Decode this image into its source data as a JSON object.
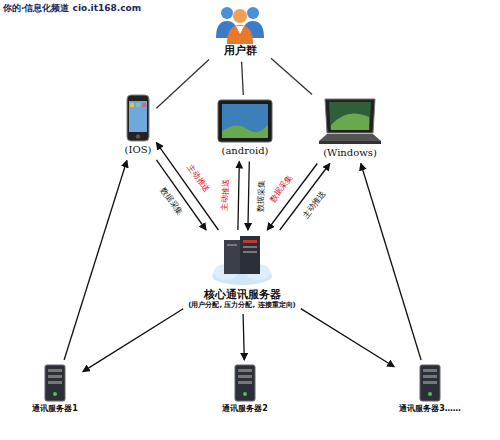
{
  "diagram": {
    "nodes": [
      {
        "text": [
          "用户群"
        ]
      },
      {
        "text": [
          "(IOS)"
        ]
      },
      {
        "text": [
          "(android)"
        ]
      },
      {
        "text": [
          "(Windows)"
        ]
      },
      {
        "text": [
          "核心通讯服务器",
          "(用户分配, 压力分配, 连接重定向)"
        ]
      },
      {
        "text": [
          "通讯服务器1"
        ]
      },
      {
        "text": [
          "通讯服务器2"
        ]
      },
      {
        "text": [
          "通讯服务器3……"
        ]
      }
    ],
    "edges": [
      {
        "from": 0,
        "to": 1,
        "arrow": "none"
      },
      {
        "from": 0,
        "to": 2,
        "arrow": "none"
      },
      {
        "from": 0,
        "to": 3,
        "arrow": "none"
      },
      {
        "from": 1,
        "to": 4,
        "label": "数据采集",
        "arrow": "to"
      },
      {
        "from": 4,
        "to": 1,
        "label": "主动推送",
        "arrow": "to"
      },
      {
        "from": 2,
        "to": 4,
        "label": "数据采集",
        "arrow": "to"
      },
      {
        "from": 4,
        "to": 2,
        "label": "主动推送",
        "arrow": "to"
      },
      {
        "from": 3,
        "to": 4,
        "label": "数据采集",
        "arrow": "to"
      },
      {
        "from": 4,
        "to": 3,
        "label": "主动推送",
        "arrow": "to"
      },
      {
        "from": 4,
        "to": 5,
        "arrow": "to"
      },
      {
        "from": 4,
        "to": 6,
        "arrow": "to"
      },
      {
        "from": 4,
        "to": 7,
        "arrow": "to"
      },
      {
        "from": 5,
        "to": 1,
        "arrow": "to"
      },
      {
        "from": 7,
        "to": 3,
        "arrow": "to"
      }
    ],
    "labels": [
      "你的·信息化频道 cio.it168.com"
    ]
  }
}
